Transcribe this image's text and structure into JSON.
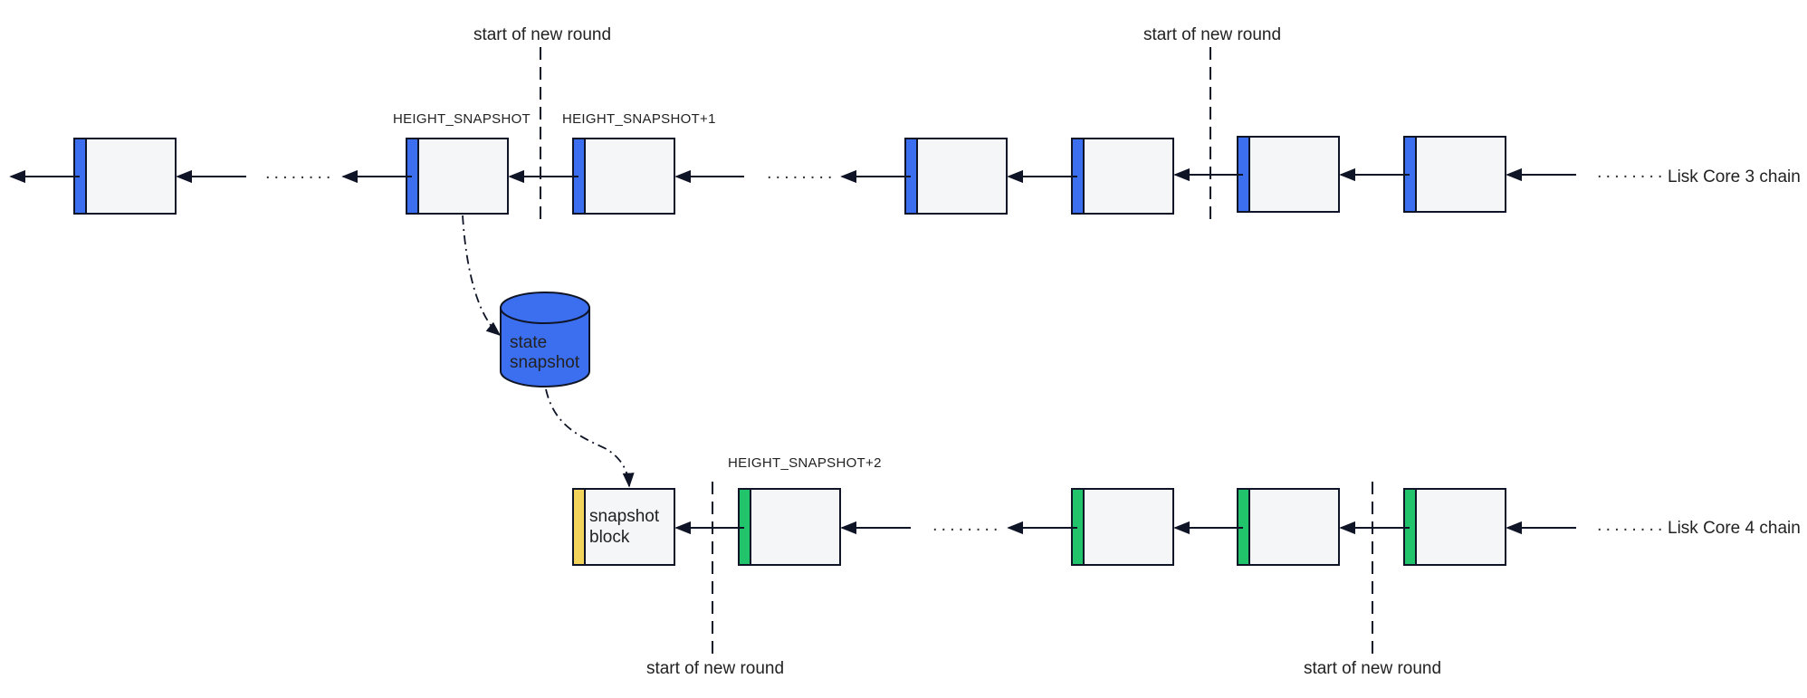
{
  "colors": {
    "v3_accent": "#3c6ff0",
    "v4_accent": "#22c46b",
    "snapshot_accent": "#f2d45c",
    "block_fill": "#f5f6f8",
    "line": "#0f1526",
    "db_fill": "#3c6ff0"
  },
  "labels": {
    "round_start": "start of new round",
    "height_snapshot": "HEIGHT_SNAPSHOT",
    "height_snapshot_plus1": "HEIGHT_SNAPSHOT+1",
    "height_snapshot_plus2": "HEIGHT_SNAPSHOT+2",
    "chain_v3": "Lisk Core 3 chain",
    "chain_v4": "Lisk Core 4 chain",
    "state_snapshot_line1": "state",
    "state_snapshot_line2": "snapshot",
    "snapshot_block_line1": "snapshot",
    "snapshot_block_line2": "block",
    "ellipsis": "........"
  },
  "icons": {
    "database": "cylinder-database-icon",
    "arrow": "arrowhead-left-icon"
  }
}
